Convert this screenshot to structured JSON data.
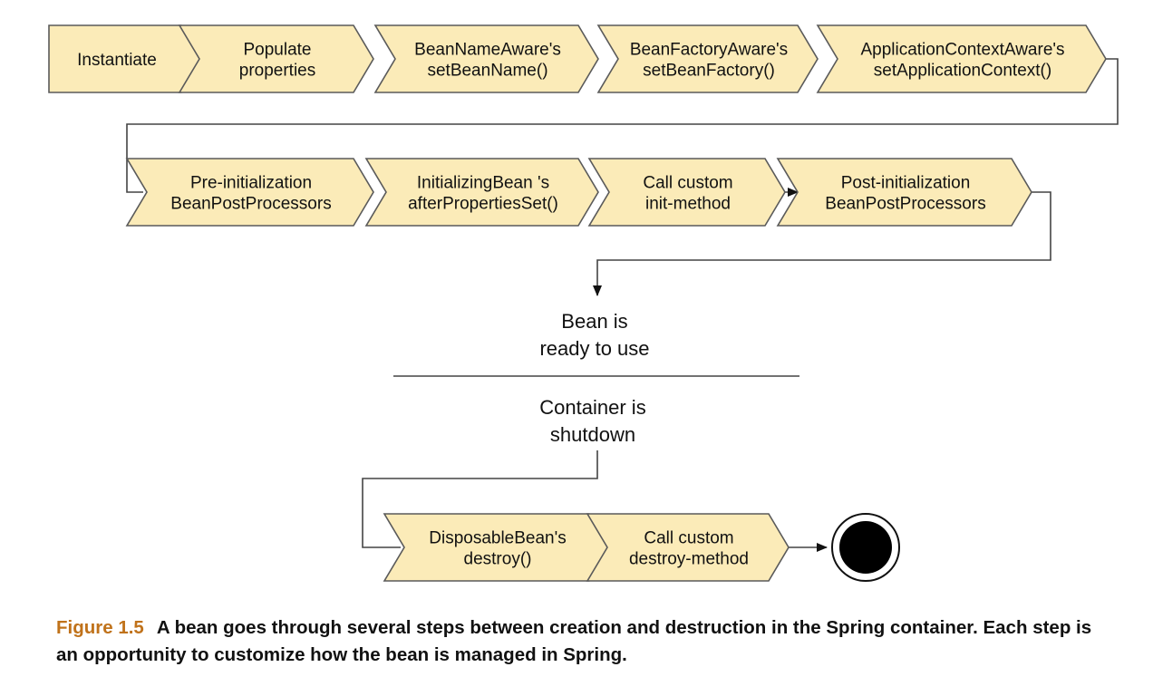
{
  "colors": {
    "step_fill": "#fbebb8",
    "step_stroke": "#5a5a5a",
    "connector": "#444444",
    "caption_label": "#c0721a",
    "end_dot": "#000000"
  },
  "row1": [
    {
      "lines": [
        "Instantiate"
      ]
    },
    {
      "lines": [
        "Populate",
        "properties"
      ]
    },
    {
      "lines": [
        "BeanNameAware's",
        "setBeanName()"
      ]
    },
    {
      "lines": [
        "BeanFactoryAware's",
        "setBeanFactory()"
      ]
    },
    {
      "lines": [
        "ApplicationContextAware's",
        "setApplicationContext()"
      ]
    }
  ],
  "row2": [
    {
      "lines": [
        "Pre-initialization",
        "BeanPostProcessors"
      ]
    },
    {
      "lines": [
        "InitializingBean  's",
        "afterPropertiesSet()"
      ]
    },
    {
      "lines": [
        "Call custom",
        "init-method"
      ]
    },
    {
      "lines": [
        "Post-initialization",
        "BeanPostProcessors"
      ]
    }
  ],
  "ready_label": [
    "Bean is",
    "ready to use"
  ],
  "shutdown_label": [
    "Container is",
    "shutdown"
  ],
  "row3": [
    {
      "lines": [
        "DisposableBean's",
        "destroy()"
      ]
    },
    {
      "lines": [
        "Call custom",
        "destroy-method"
      ]
    }
  ],
  "end_state_icon": "final-state-icon",
  "caption": {
    "label": "Figure 1.5",
    "text": "A bean goes through several steps between creation and destruction in the Spring container. Each step is an opportunity to customize how the bean is managed in Spring."
  }
}
